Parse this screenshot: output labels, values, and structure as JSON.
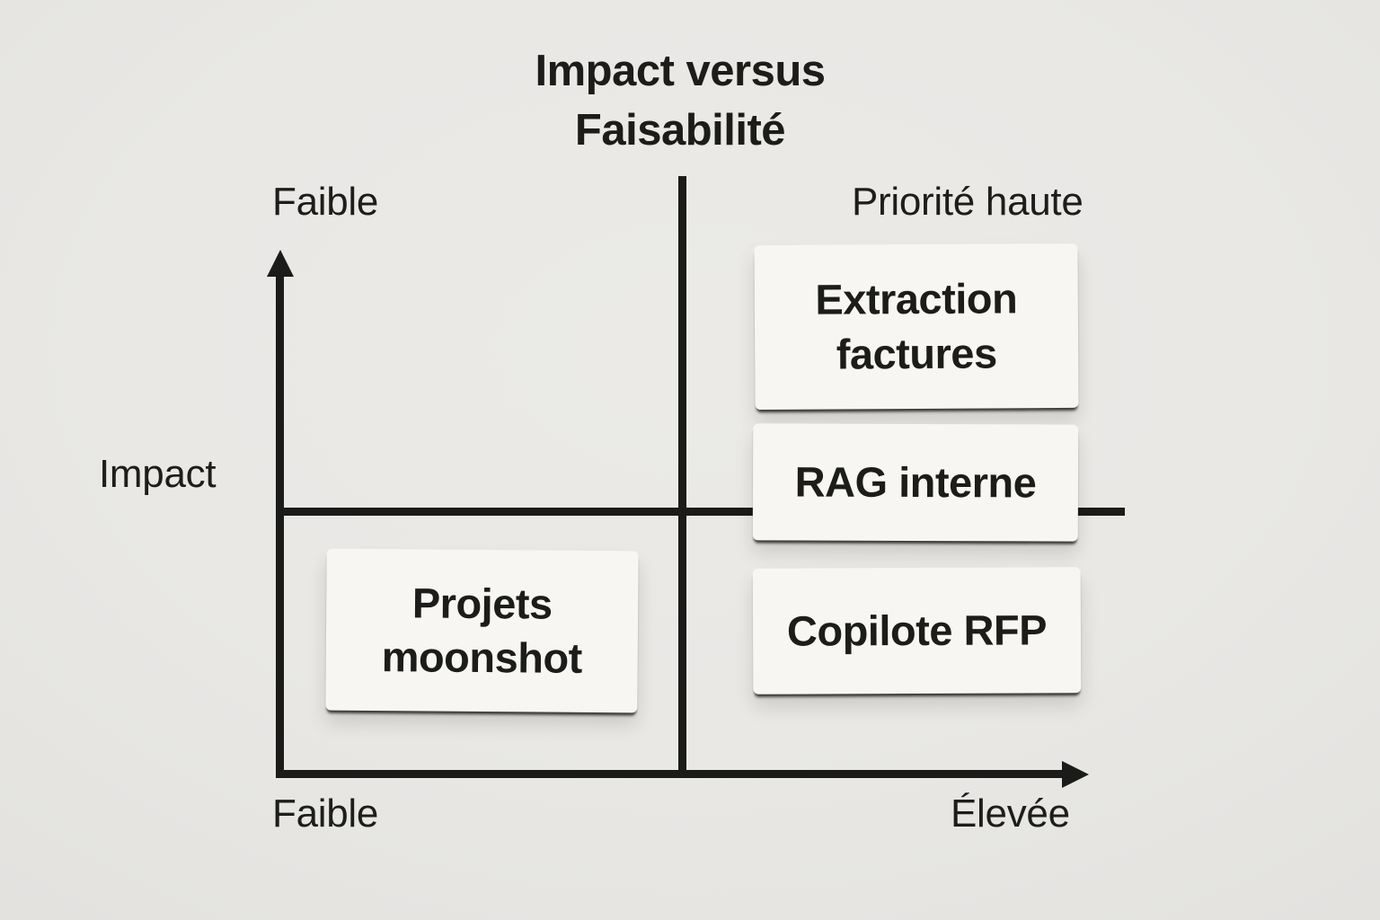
{
  "title": {
    "lines": [
      "Impact versus",
      "Faisabilité"
    ]
  },
  "axes": {
    "y_axis_label": "Impact",
    "y_axis_top_label": "Faible",
    "x_axis_low_label": "Faible",
    "x_axis_high_label": "Élevée",
    "implied_x_dimension": "Faisabilité"
  },
  "quadrant_annotations": {
    "top_right": "Priorité haute"
  },
  "cards": [
    {
      "label": "Extraction factures",
      "quadrant": "top-right"
    },
    {
      "label": "RAG interne",
      "quadrant": "middle-right"
    },
    {
      "label": "Copilote RFP",
      "quadrant": "bottom-right"
    },
    {
      "label": "Projets moonshot",
      "quadrant": "bottom-left"
    }
  ],
  "colors": {
    "background": "#e9e8e5",
    "line": "#1b1b19",
    "card_background": "#f7f6f2",
    "text": "#1c1c1a"
  },
  "chart_data": {
    "type": "quadrant-matrix",
    "title": "Impact versus Faisabilité",
    "x_axis": {
      "dimension": "Faisabilité",
      "low": "Faible",
      "high": "Élevée"
    },
    "y_axis": {
      "dimension": "Impact",
      "high": "Faible (label shown at top)",
      "axis_label": "Impact"
    },
    "items": [
      {
        "name": "Extraction factures",
        "impact": "high",
        "faisabilite": "high"
      },
      {
        "name": "RAG interne",
        "impact": "medium-high",
        "faisabilite": "high"
      },
      {
        "name": "Copilote RFP",
        "impact": "medium-low",
        "faisabilite": "high"
      },
      {
        "name": "Projets moonshot",
        "impact": "low",
        "faisabilite": "low"
      }
    ],
    "annotations": [
      {
        "text": "Priorité haute",
        "position": "top-right quadrant"
      }
    ]
  }
}
